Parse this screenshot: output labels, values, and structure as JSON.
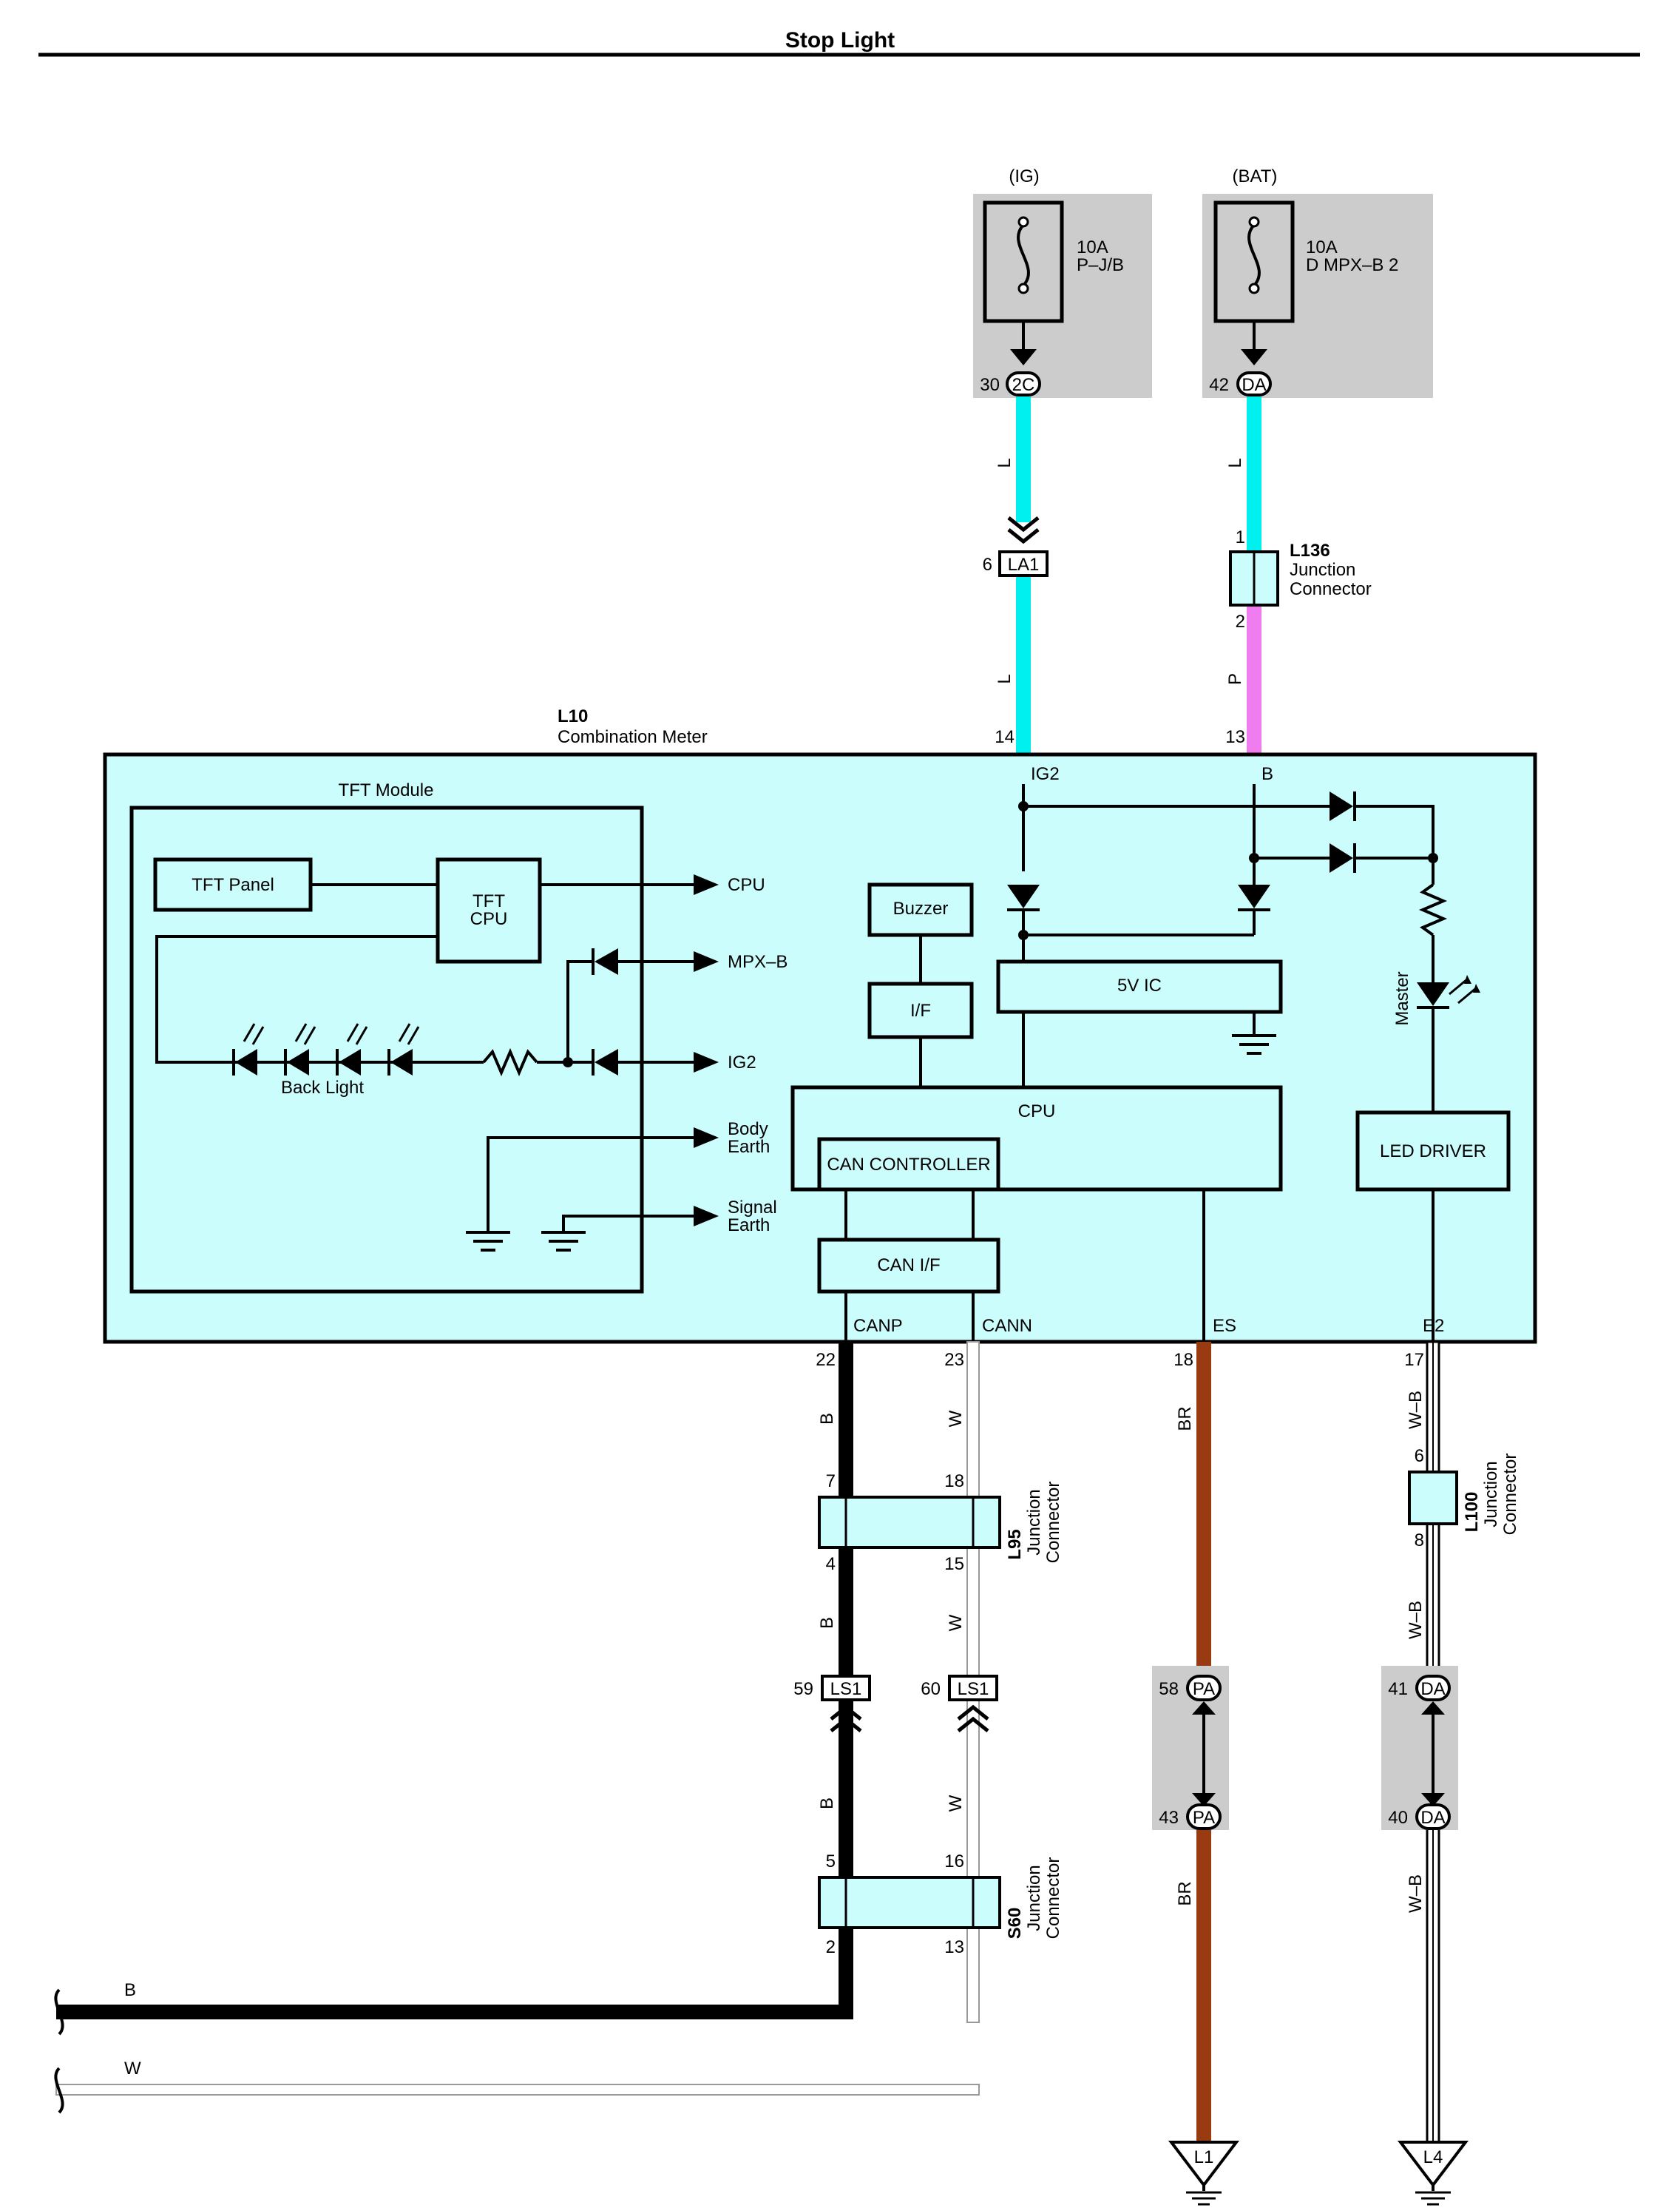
{
  "title": "Stop Light",
  "colors": {
    "wire_L": "#00f0f0",
    "wire_P": "#f07df0",
    "wire_BR": "#9a3a10",
    "wire_B": "#000000",
    "module_fill": "#ccfdfd",
    "shade": "#cccccc"
  },
  "fuses": [
    {
      "supply": "(IG)",
      "rating": "10A",
      "location": "P–J/B",
      "pin": "30",
      "connector": "2C"
    },
    {
      "supply": "(BAT)",
      "rating": "10A",
      "location": "D MPX–B 2",
      "pin": "42",
      "connector": "DA"
    }
  ],
  "wires": {
    "l_upper": "L",
    "l_lower": "L",
    "l2_upper": "L",
    "p": "P",
    "canp_1": "B",
    "canp_2": "B",
    "canp_3": "B",
    "cann_1": "W",
    "cann_2": "W",
    "cann_3": "W",
    "es_1": "BR",
    "es_2": "BR",
    "e2_1": "W–B",
    "e2_2": "W–B",
    "e2_3": "W–B",
    "bus_b": "B",
    "bus_w": "W"
  },
  "connectors": {
    "la1": {
      "pin": "6",
      "label": "LA1"
    },
    "l136": {
      "code": "L136",
      "line1": "Junction",
      "line2": "Connector",
      "pin_top": "1",
      "pin_bottom": "2"
    },
    "l95": {
      "code": "L95",
      "line1": "Junction",
      "line2": "Connector",
      "pins": [
        "7",
        "18",
        "4",
        "15"
      ]
    },
    "l100": {
      "code": "L100",
      "line1": "Junction",
      "line2": "Connector",
      "pin_top": "6",
      "pin_bottom": "8"
    },
    "s60": {
      "code": "S60",
      "line1": "Junction",
      "line2": "Connector",
      "pins": [
        "5",
        "16",
        "2",
        "13"
      ]
    },
    "ls1_a": {
      "pin": "59",
      "label": "LS1"
    },
    "ls1_b": {
      "pin": "60",
      "label": "LS1"
    },
    "pa_top": {
      "pin": "58",
      "label": "PA"
    },
    "pa_bottom": {
      "pin": "43",
      "label": "PA"
    },
    "da_top": {
      "pin": "41",
      "label": "DA"
    },
    "da_bottom": {
      "pin": "40",
      "label": "DA"
    }
  },
  "meter": {
    "code": "L10",
    "name": "Combination Meter",
    "pins_top": [
      {
        "num": "14",
        "name": "IG2"
      },
      {
        "num": "13",
        "name": "B"
      }
    ],
    "pins_bottom": [
      {
        "num": "22",
        "name": "CANP"
      },
      {
        "num": "23",
        "name": "CANN"
      },
      {
        "num": "18",
        "name": "ES"
      },
      {
        "num": "17",
        "name": "E2"
      }
    ]
  },
  "tft": {
    "title": "TFT Module",
    "panel": "TFT Panel",
    "cpu_line1": "TFT",
    "cpu_line2": "CPU",
    "back_light": "Back Light",
    "outputs": [
      "CPU",
      "MPX–B",
      "IG2"
    ],
    "body_earth": [
      "Body",
      "Earth"
    ],
    "signal_earth": [
      "Signal",
      "Earth"
    ]
  },
  "blocks": {
    "buzzer": "Buzzer",
    "if": "I/F",
    "ic": "5V IC",
    "cpu": "CPU",
    "can_controller": "CAN CONTROLLER",
    "can_if": "CAN I/F",
    "led_driver": "LED DRIVER",
    "master": "Master"
  },
  "grounds": [
    {
      "label": "L1"
    },
    {
      "label": "L4"
    }
  ]
}
